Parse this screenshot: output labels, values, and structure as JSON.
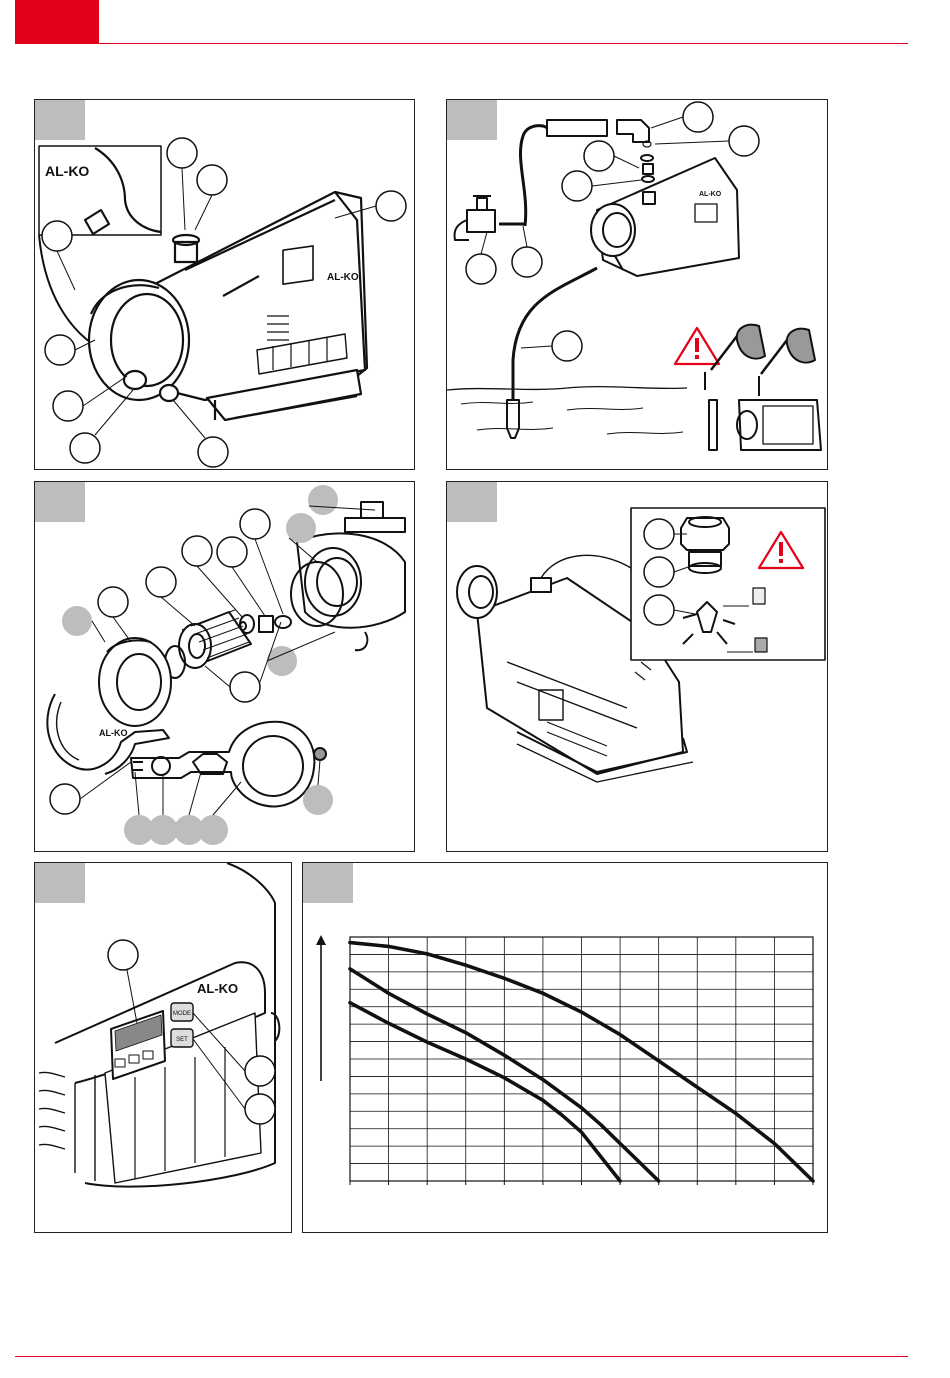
{
  "brand": {
    "accent": "#e2001a",
    "logo": "AL-KO"
  },
  "figures": [
    {
      "id": "fig1",
      "topic": "pump-overview"
    },
    {
      "id": "fig2",
      "topic": "installation"
    },
    {
      "id": "fig3",
      "topic": "filter-exploded"
    },
    {
      "id": "fig4",
      "topic": "pressure-switch-fitting"
    },
    {
      "id": "fig5",
      "topic": "control-panel"
    },
    {
      "id": "fig6",
      "topic": "performance-curves"
    }
  ],
  "control_panel": {
    "mode_label": "MODE",
    "set_label": "SET"
  },
  "chart_data": {
    "type": "line",
    "title": "",
    "xlabel": "",
    "ylabel": "",
    "grid": true,
    "xlim": [
      0,
      12
    ],
    "ylim": [
      0,
      13
    ],
    "series": [
      {
        "x": [
          0,
          1,
          2,
          3,
          4,
          5,
          6,
          7,
          8,
          9,
          10,
          11,
          11.5,
          12
        ],
        "values": [
          12.7,
          12.5,
          12.1,
          11.5,
          10.8,
          10.0,
          9.0,
          7.8,
          6.4,
          5.0,
          3.6,
          2.0,
          1.0,
          0
        ]
      },
      {
        "x": [
          0,
          1,
          2,
          3,
          4,
          5,
          6,
          6.5,
          7,
          7.5,
          8
        ],
        "values": [
          11.3,
          10.0,
          8.9,
          7.9,
          6.7,
          5.4,
          3.9,
          3.0,
          2.0,
          1.0,
          0
        ]
      },
      {
        "x": [
          0,
          1,
          2,
          3,
          4,
          5,
          5.5,
          6,
          6.5,
          7
        ],
        "values": [
          9.5,
          8.4,
          7.4,
          6.5,
          5.5,
          4.3,
          3.5,
          2.6,
          1.3,
          0
        ]
      }
    ]
  }
}
